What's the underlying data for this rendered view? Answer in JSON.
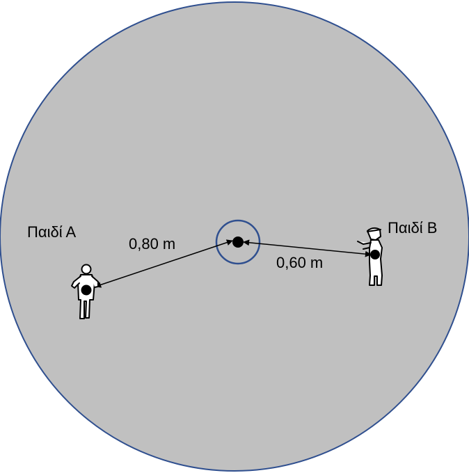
{
  "labels": {
    "child_a": "Παιδί Α",
    "child_b": "Παιδί Β",
    "distance_a": "0,80 m",
    "distance_b": "0,60 m"
  },
  "colors": {
    "disk_fill": "#c0c0c0",
    "disk_stroke": "#2f4f8f",
    "hub_stroke": "#2f4f8f",
    "arrow": "#000000",
    "figure_fill": "#ffffff",
    "figure_stroke": "#000000"
  },
  "icons": {
    "child_a": "child-standing-front-icon",
    "child_b": "child-standing-side-icon"
  }
}
